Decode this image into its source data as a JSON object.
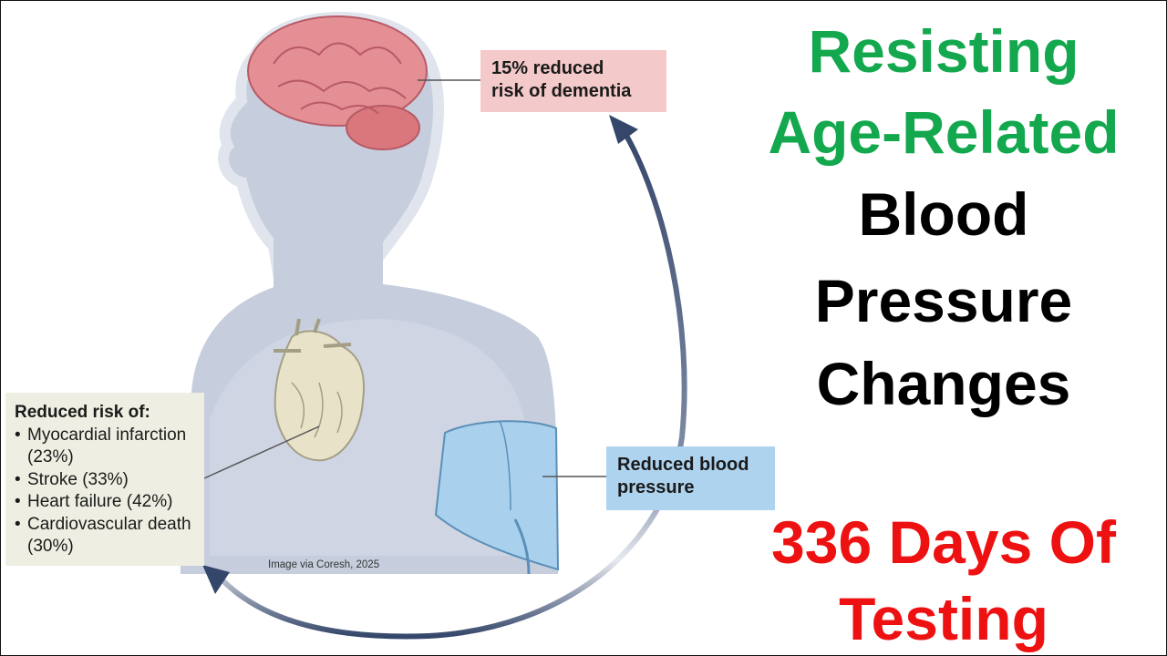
{
  "callouts": {
    "dementia": [
      "15% reduced",
      "risk of dementia"
    ],
    "blood_pressure": [
      "Reduced blood",
      "pressure"
    ],
    "risk": {
      "heading": "Reduced risk of:",
      "items": [
        "Myocardial infarction (23%)",
        "Stroke (33%)",
        "Heart failure (42%)",
        "Cardiovascular death (30%)"
      ]
    }
  },
  "credit": "Image via Coresh, 2025",
  "title": {
    "line1": "Resisting",
    "line2": "Age-Related",
    "line3": "Blood",
    "line4": "Pressure",
    "line5": "Changes"
  },
  "subtitle": {
    "line1": "336 Days Of",
    "line2": "Testing"
  },
  "colors": {
    "title_accent": "#13a84e",
    "subtitle_accent": "#ee1111",
    "dementia_box": "#f4c9c9",
    "bp_box": "#aed3ef",
    "risk_box": "#efeee2",
    "arrow": "#34466a"
  }
}
